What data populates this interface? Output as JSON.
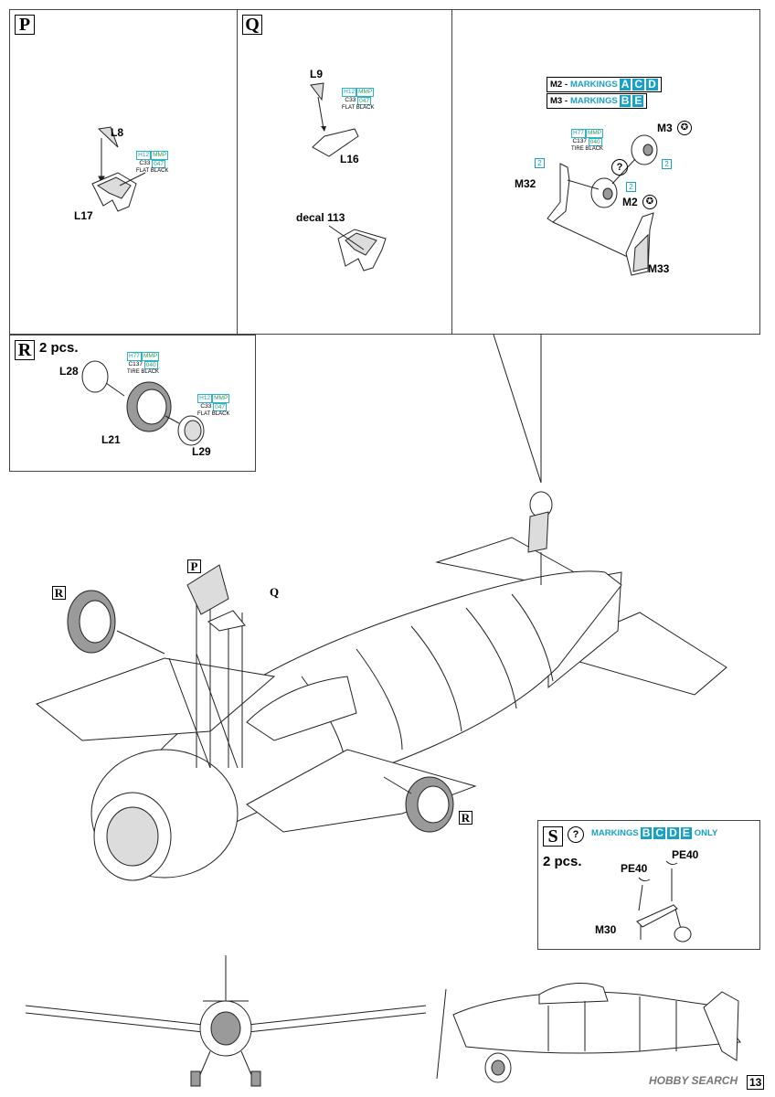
{
  "steps": {
    "P": {
      "letter": "P",
      "parts": {
        "l8": "L8",
        "l17": "L17"
      },
      "paint": {
        "h": "H12",
        "mmp": "MMP",
        "c": "C33",
        "code": "047",
        "name": "FLAT BLACK"
      }
    },
    "Q": {
      "letter": "Q",
      "parts": {
        "l9": "L9",
        "l16": "L16",
        "decal": "decal 113"
      },
      "paint": {
        "h": "H12",
        "mmp": "MMP",
        "c": "C33",
        "code": "047",
        "name": "FLAT BLACK"
      }
    },
    "tail": {
      "marking_lines": [
        {
          "prefix": "M2 -",
          "text": "MARKINGS",
          "letters": [
            "A",
            "C",
            "D"
          ]
        },
        {
          "prefix": "M3 -",
          "text": "MARKINGS",
          "letters": [
            "B",
            "E"
          ]
        }
      ],
      "parts": {
        "m3": "M3",
        "m2": "M2",
        "m32": "M32",
        "m33": "M33"
      },
      "paint": {
        "h": "H77",
        "mmp": "MMP",
        "c": "C137",
        "code": "040",
        "name": "TIRE BLACK"
      },
      "num_a": "2",
      "num_b": "2",
      "num_c": "2",
      "q": "?",
      "star": "✪"
    },
    "R": {
      "letter": "R",
      "qty": "2 pcs.",
      "parts": {
        "l28": "L28",
        "l21": "L21",
        "l29": "L29"
      },
      "paint1": {
        "h": "H77",
        "mmp": "MMP",
        "c": "C137",
        "code": "040",
        "name": "TIRE BLACK"
      },
      "paint2": {
        "h": "H12",
        "mmp": "MMP",
        "c": "C33",
        "code": "047",
        "name": "FLAT BLACK"
      }
    },
    "S": {
      "letter": "S",
      "qty": "2 pcs.",
      "q": "?",
      "markings": {
        "text": "MARKINGS",
        "letters": [
          "B",
          "C",
          "D",
          "E"
        ],
        "suffix": "ONLY"
      },
      "parts": {
        "pe40a": "PE40",
        "pe40b": "PE40",
        "m30": "M30"
      }
    }
  },
  "main": {
    "tag_r1": "R",
    "tag_r2": "R",
    "tag_p": "P",
    "tag_q": "Q"
  },
  "page_number": "13",
  "watermark": "HOBBY SEARCH"
}
